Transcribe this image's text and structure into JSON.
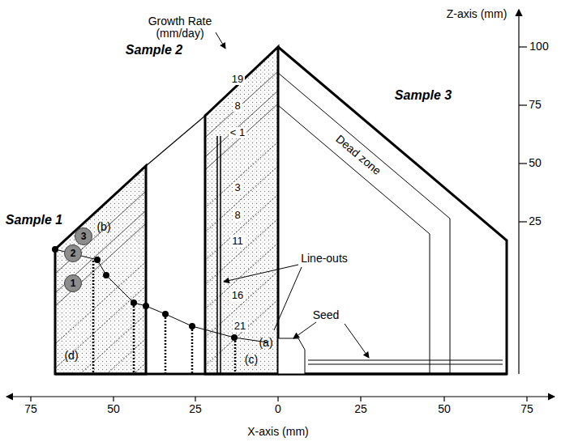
{
  "diagram": {
    "nodes": [
      {
        "text": [
          "3"
        ]
      },
      {
        "text": [
          "2"
        ]
      },
      {
        "text": [
          "1"
        ]
      }
    ],
    "labels": [
      "Z-axis (mm)",
      "100",
      "75",
      "50",
      "25",
      "Growth Rate (mm/day)",
      "Sample 2",
      "Sample 1",
      "Sample 3",
      "19",
      "8",
      "< 1",
      "3",
      "8",
      "11",
      "16",
      "21",
      "(a)",
      "(b)",
      "(c)",
      "(d)",
      "Dead zone",
      "Line-outs",
      "Seed",
      "75",
      "50",
      "25",
      "0",
      "25",
      "50",
      "75",
      "X-axis (mm)"
    ]
  }
}
